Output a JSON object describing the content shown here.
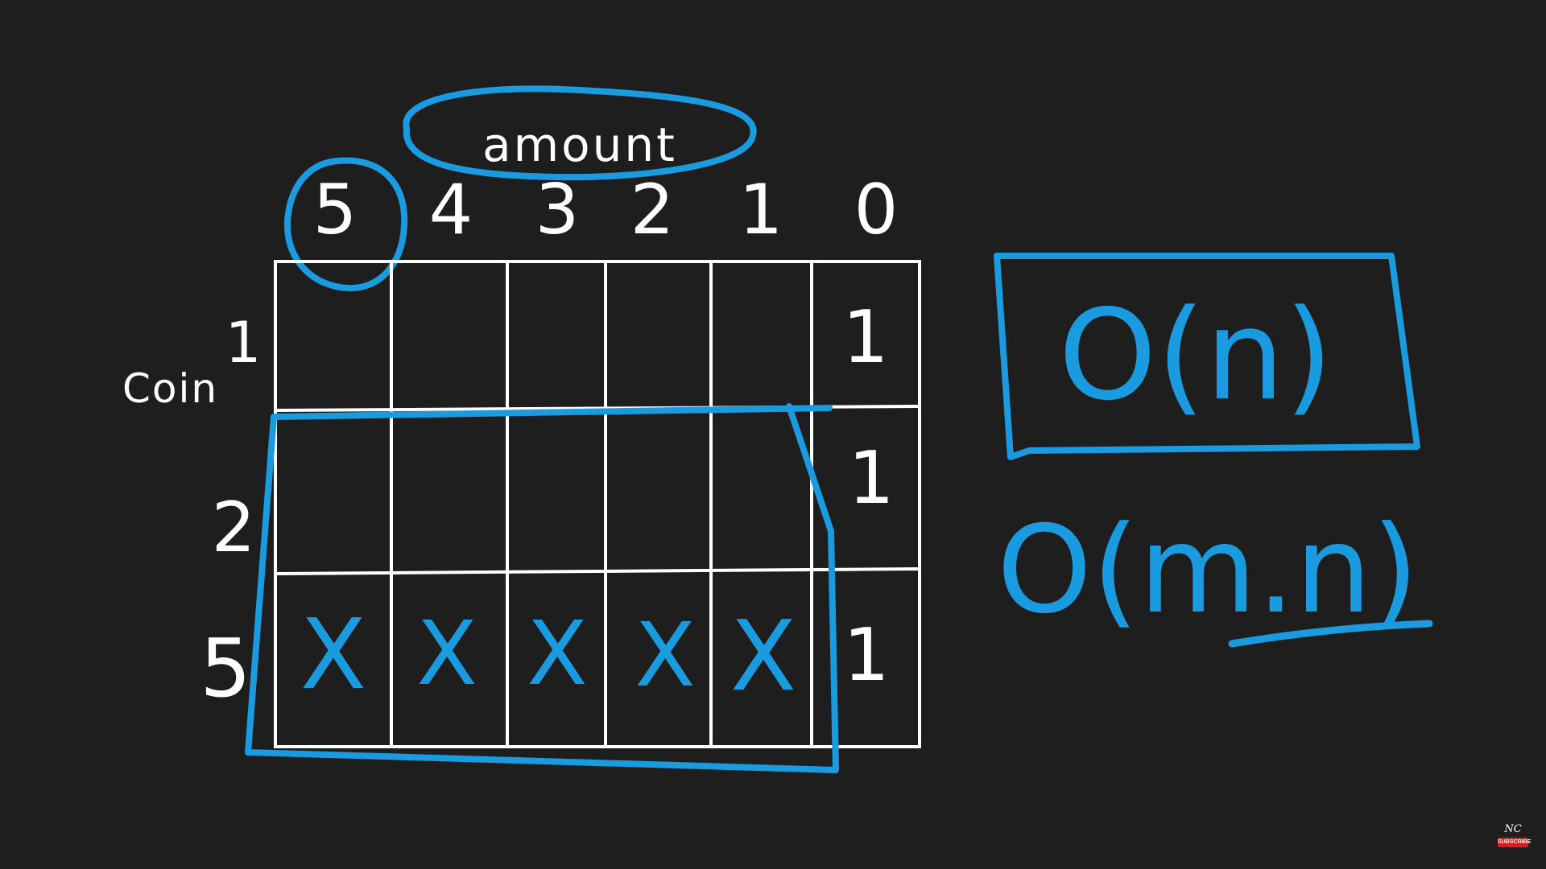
{
  "header_label": "amount",
  "columns": [
    "5",
    "4",
    "3",
    "2",
    "1",
    "0"
  ],
  "row_axis_label": "Coin",
  "rows": [
    {
      "coin": "1",
      "cells": [
        "",
        "",
        "",
        "",
        "",
        "1"
      ]
    },
    {
      "coin": "2",
      "cells": [
        "",
        "",
        "",
        "",
        "",
        "1"
      ]
    },
    {
      "coin": "5",
      "cells": [
        "X",
        "X",
        "X",
        "X",
        "X",
        "1"
      ]
    }
  ],
  "complexity_boxed": "O(n)",
  "complexity_other": "O(m.n)",
  "watermark": {
    "logo": "NC",
    "label": "SUBSCRIBE"
  },
  "colors": {
    "background": "#1e1e1e",
    "ink": "#ffffff",
    "highlight": "#1a9be0"
  }
}
